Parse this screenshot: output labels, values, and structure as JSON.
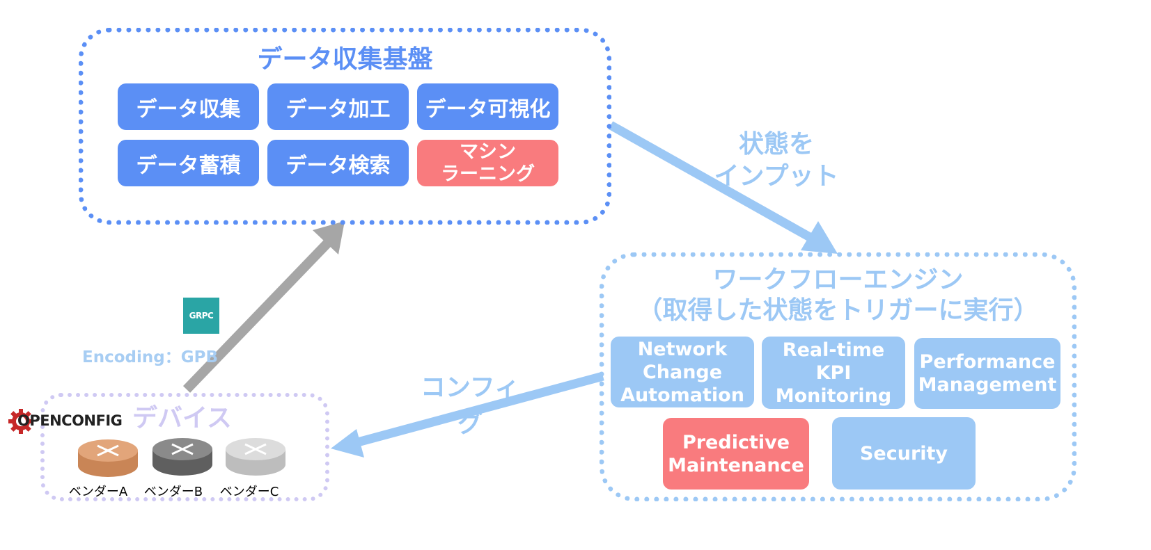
{
  "data_platform": {
    "title": "データ収集基盤",
    "items": [
      "データ収集",
      "データ加工",
      "データ可視化",
      "データ蓄積",
      "データ検索",
      "マシン\nラーニング"
    ]
  },
  "workflow_engine": {
    "title": "ワークフローエンジン\n（取得した状態をトリガーに実行）",
    "items": [
      "Network\nChange\nAutomation",
      "Real-time\nKPI\nMonitoring",
      "Performance\nManagement",
      "Predictive\nMaintenance",
      "Security"
    ]
  },
  "devices": {
    "title": "デバイス",
    "vendors": [
      "ベンダーA",
      "ベンダーB",
      "ベンダーC"
    ]
  },
  "labels": {
    "state_input": "状態を\nインプット",
    "config": "コンフィグ",
    "encoding": "Encoding：GPB",
    "grpc_logo": "GRPC",
    "openconfig_logo": "OPENCONFIG"
  },
  "colors": {
    "data_blue": "#5b8ff5",
    "workflow_light_blue": "#9cc8f5",
    "highlight_red": "#f97b7e",
    "device_lavender": "#cfc9f3",
    "arrow_gray": "#a6a6a6",
    "grpc_teal": "#2aa5a5",
    "openconfig_red": "#c62828"
  }
}
